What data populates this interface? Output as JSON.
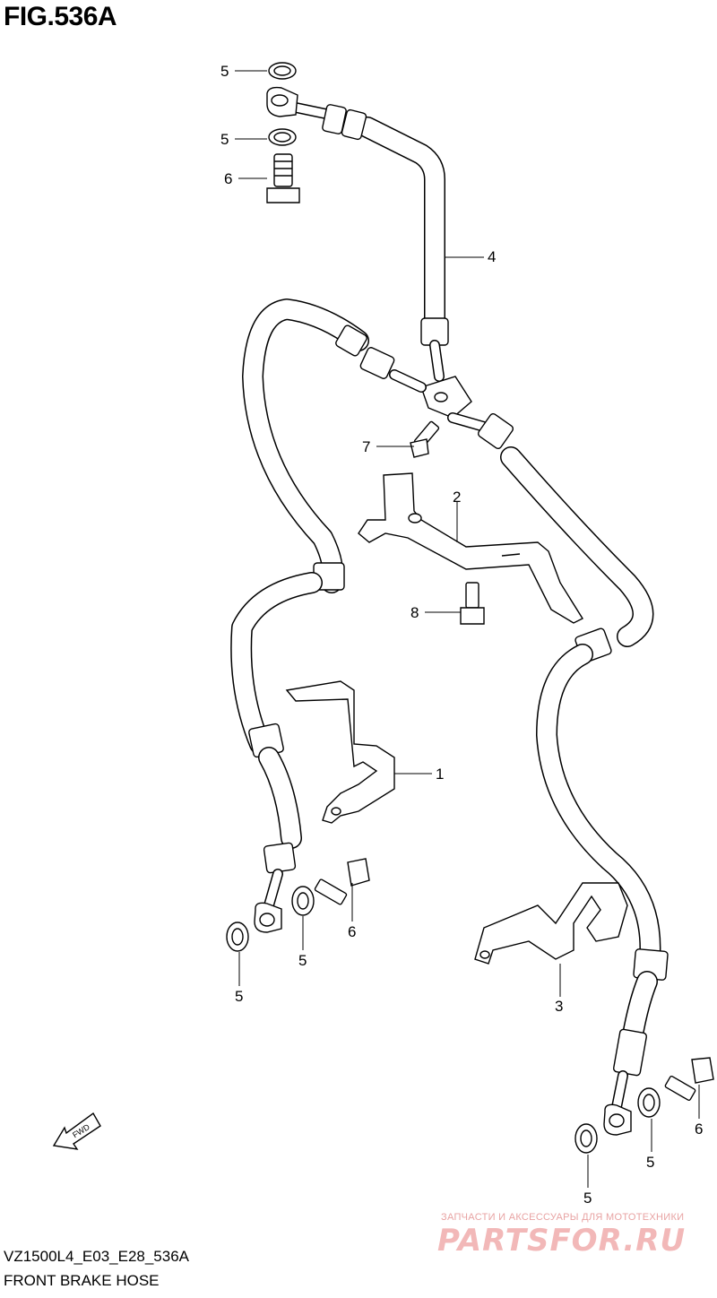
{
  "figure": {
    "title": "FIG.536A",
    "model_code": "VZ1500L4_E03_E28_536A",
    "caption": "FRONT BRAKE HOSE"
  },
  "callouts": {
    "c1": "5",
    "c2": "5",
    "c3": "6",
    "c4": "4",
    "c5": "7",
    "c6": "2",
    "c7": "8",
    "c8": "1",
    "c9": "6",
    "c10": "5",
    "c11": "5",
    "c12": "3",
    "c13": "6",
    "c14": "5",
    "c15": "5"
  },
  "fwd_arrow": {
    "label": "FWD"
  },
  "watermark": {
    "line1": "ЗАПЧАСТИ И АКСЕССУАРЫ ДЛЯ МОТОТЕХНИКИ",
    "line2": "PARTSFOR.RU"
  }
}
